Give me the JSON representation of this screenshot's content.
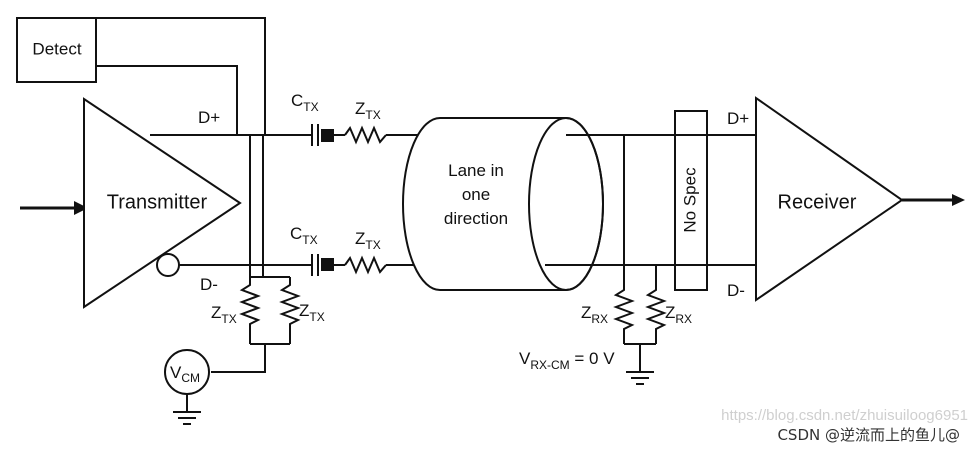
{
  "blocks": {
    "detect": "Detect",
    "transmitter": "Transmitter",
    "receiver": "Receiver",
    "lane_line1": "Lane in",
    "lane_line2": "one",
    "lane_line3": "direction",
    "no_spec": "No Spec"
  },
  "signals": {
    "tx_dplus": "D+",
    "tx_dminus": "D-",
    "rx_dplus": "D+",
    "rx_dminus": "D-"
  },
  "components": {
    "cap_main": "C",
    "cap_sub": "TX",
    "z_main": "Z",
    "ztx_sub": "TX",
    "zrx_sub": "RX",
    "v_main": "V",
    "vcm_sub": "CM",
    "vrxcm_sub": "RX-CM",
    "vrxcm_suffix": " = 0 V"
  },
  "watermark": {
    "url": "https://blog.csdn.net/zhuisuiloog6951",
    "credit": "CSDN @逆流而上的鱼儿@"
  }
}
